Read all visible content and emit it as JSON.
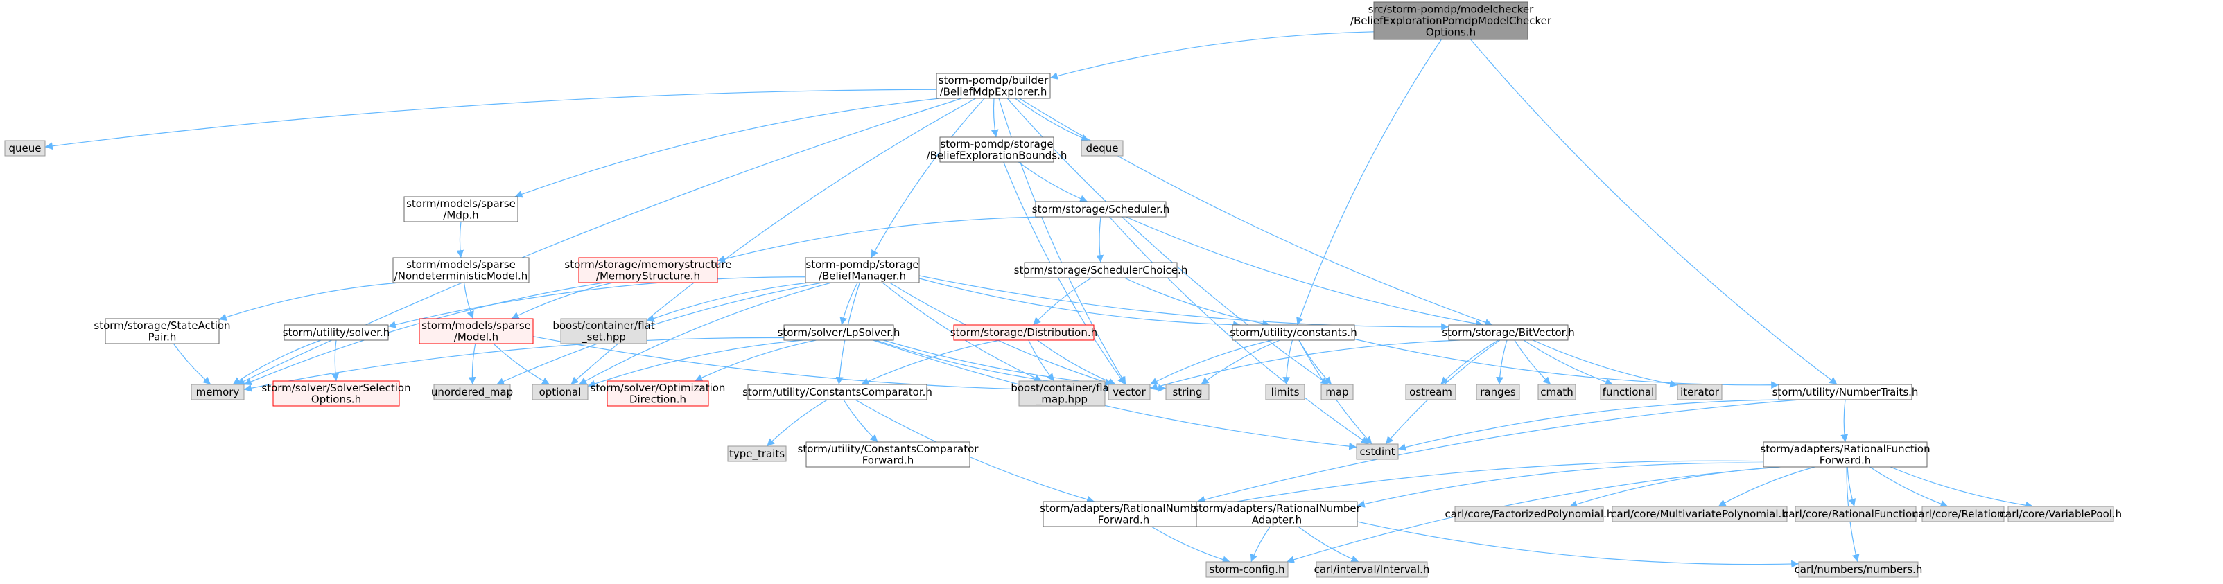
{
  "graph": {
    "colors": {
      "edge": "#63b8ff",
      "normal_fill": "#ffffff",
      "normal_stroke": "#666666",
      "focus_fill": "#999999",
      "focus_stroke": "#666666",
      "external_fill": "#e0e0e0",
      "external_stroke": "#999999",
      "missing_fill": "#fff0f0",
      "missing_stroke": "#ff0000"
    },
    "nodes": [
      {
        "id": "root",
        "kind": "focus",
        "lines": [
          "src/storm-pomdp/modelchecker",
          "/BeliefExplorationPomdpModelChecker",
          "Options.h"
        ]
      },
      {
        "id": "bme",
        "kind": "normal",
        "lines": [
          "storm-pomdp/builder",
          "/BeliefMdpExplorer.h"
        ]
      },
      {
        "id": "queue",
        "kind": "external",
        "lines": [
          "queue"
        ]
      },
      {
        "id": "deque",
        "kind": "external",
        "lines": [
          "deque"
        ]
      },
      {
        "id": "beb",
        "kind": "normal",
        "lines": [
          "storm-pomdp/storage",
          "/BeliefExplorationBounds.h"
        ]
      },
      {
        "id": "mdp",
        "kind": "normal",
        "lines": [
          "storm/models/sparse",
          "/Mdp.h"
        ]
      },
      {
        "id": "sched",
        "kind": "normal",
        "lines": [
          "storm/storage/Scheduler.h"
        ]
      },
      {
        "id": "ndm",
        "kind": "normal",
        "lines": [
          "storm/models/sparse",
          "/NondeterministicModel.h"
        ]
      },
      {
        "id": "memstruct",
        "kind": "missing",
        "lines": [
          "storm/storage/memorystructure",
          "/MemoryStructure.h"
        ]
      },
      {
        "id": "bm",
        "kind": "normal",
        "lines": [
          "storm-pomdp/storage",
          "/BeliefManager.h"
        ]
      },
      {
        "id": "schedchoice",
        "kind": "normal",
        "lines": [
          "storm/storage/SchedulerChoice.h"
        ]
      },
      {
        "id": "sap",
        "kind": "normal",
        "lines": [
          "storm/storage/StateAction",
          "Pair.h"
        ]
      },
      {
        "id": "solverh",
        "kind": "normal",
        "lines": [
          "storm/utility/solver.h"
        ]
      },
      {
        "id": "model",
        "kind": "missing",
        "lines": [
          "storm/models/sparse",
          "/Model.h"
        ]
      },
      {
        "id": "flatset",
        "kind": "external",
        "lines": [
          "boost/container/flat",
          "_set.hpp"
        ]
      },
      {
        "id": "lpsolver",
        "kind": "normal",
        "lines": [
          "storm/solver/LpSolver.h"
        ]
      },
      {
        "id": "dist",
        "kind": "missing",
        "lines": [
          "storm/storage/Distribution.h"
        ]
      },
      {
        "id": "constants",
        "kind": "normal",
        "lines": [
          "storm/utility/constants.h"
        ]
      },
      {
        "id": "bitvec",
        "kind": "normal",
        "lines": [
          "storm/storage/BitVector.h"
        ]
      },
      {
        "id": "memory",
        "kind": "external",
        "lines": [
          "memory"
        ]
      },
      {
        "id": "solversel",
        "kind": "missing",
        "lines": [
          "storm/solver/SolverSelection",
          "Options.h"
        ]
      },
      {
        "id": "umap",
        "kind": "external",
        "lines": [
          "unordered_map"
        ]
      },
      {
        "id": "optional",
        "kind": "external",
        "lines": [
          "optional"
        ]
      },
      {
        "id": "optdir",
        "kind": "missing",
        "lines": [
          "storm/solver/Optimization",
          "Direction.h"
        ]
      },
      {
        "id": "constcomp",
        "kind": "normal",
        "lines": [
          "storm/utility/ConstantsComparator.h"
        ]
      },
      {
        "id": "flatmap",
        "kind": "external",
        "lines": [
          "boost/container/flat",
          "_map.hpp"
        ]
      },
      {
        "id": "vector",
        "kind": "external",
        "lines": [
          "vector"
        ]
      },
      {
        "id": "string",
        "kind": "external",
        "lines": [
          "string"
        ]
      },
      {
        "id": "limits",
        "kind": "external",
        "lines": [
          "limits"
        ]
      },
      {
        "id": "map",
        "kind": "external",
        "lines": [
          "map"
        ]
      },
      {
        "id": "ostream",
        "kind": "external",
        "lines": [
          "ostream"
        ]
      },
      {
        "id": "ranges",
        "kind": "external",
        "lines": [
          "ranges"
        ]
      },
      {
        "id": "cmath",
        "kind": "external",
        "lines": [
          "cmath"
        ]
      },
      {
        "id": "functional",
        "kind": "external",
        "lines": [
          "functional"
        ]
      },
      {
        "id": "iterator",
        "kind": "external",
        "lines": [
          "iterator"
        ]
      },
      {
        "id": "numtraits",
        "kind": "normal",
        "lines": [
          "storm/utility/NumberTraits.h"
        ]
      },
      {
        "id": "typetraits",
        "kind": "external",
        "lines": [
          "type_traits"
        ]
      },
      {
        "id": "ccfwd",
        "kind": "normal",
        "lines": [
          "storm/utility/ConstantsComparator",
          "Forward.h"
        ]
      },
      {
        "id": "cstdint",
        "kind": "external",
        "lines": [
          "cstdint"
        ]
      },
      {
        "id": "rff",
        "kind": "normal",
        "lines": [
          "storm/adapters/RationalFunction",
          "Forward.h"
        ]
      },
      {
        "id": "rnf",
        "kind": "normal",
        "lines": [
          "storm/adapters/RationalNumber",
          "Forward.h"
        ]
      },
      {
        "id": "rna",
        "kind": "normal",
        "lines": [
          "storm/adapters/RationalNumber",
          "Adapter.h"
        ]
      },
      {
        "id": "factpoly",
        "kind": "external",
        "lines": [
          "carl/core/FactorizedPolynomial.h"
        ]
      },
      {
        "id": "multipoly",
        "kind": "external",
        "lines": [
          "carl/core/MultivariatePolynomial.h"
        ]
      },
      {
        "id": "ratfunc",
        "kind": "external",
        "lines": [
          "carl/core/RationalFunction.h"
        ]
      },
      {
        "id": "relation",
        "kind": "external",
        "lines": [
          "carl/core/Relation.h"
        ]
      },
      {
        "id": "varpool",
        "kind": "external",
        "lines": [
          "carl/core/VariablePool.h"
        ]
      },
      {
        "id": "stormconfig",
        "kind": "external",
        "lines": [
          "storm-config.h"
        ]
      },
      {
        "id": "interval",
        "kind": "external",
        "lines": [
          "carl/interval/Interval.h"
        ]
      },
      {
        "id": "numbers",
        "kind": "external",
        "lines": [
          "carl/numbers/numbers.h"
        ]
      }
    ],
    "edges": [
      [
        "root",
        "bme"
      ],
      [
        "root",
        "constants"
      ],
      [
        "root",
        "numtraits"
      ],
      [
        "bme",
        "queue"
      ],
      [
        "bme",
        "deque"
      ],
      [
        "bme",
        "beb"
      ],
      [
        "bme",
        "mdp"
      ],
      [
        "bme",
        "bm"
      ],
      [
        "bme",
        "memory"
      ],
      [
        "bme",
        "optional"
      ],
      [
        "bme",
        "vector"
      ],
      [
        "bme",
        "map"
      ],
      [
        "bme",
        "bitvec"
      ],
      [
        "beb",
        "sched"
      ],
      [
        "beb",
        "vector"
      ],
      [
        "sched",
        "memstruct"
      ],
      [
        "sched",
        "schedchoice"
      ],
      [
        "sched",
        "bitvec"
      ],
      [
        "sched",
        "cstdint"
      ],
      [
        "mdp",
        "ndm"
      ],
      [
        "ndm",
        "sap"
      ],
      [
        "ndm",
        "model"
      ],
      [
        "memstruct",
        "model"
      ],
      [
        "memstruct",
        "memory"
      ],
      [
        "schedchoice",
        "dist"
      ],
      [
        "schedchoice",
        "constants"
      ],
      [
        "bm",
        "flatset"
      ],
      [
        "bm",
        "solverh"
      ],
      [
        "bm",
        "lpsolver"
      ],
      [
        "bm",
        "constcomp"
      ],
      [
        "bm",
        "optional"
      ],
      [
        "bm",
        "flatmap"
      ],
      [
        "bm",
        "vector"
      ],
      [
        "bm",
        "constants"
      ],
      [
        "bm",
        "bitvec"
      ],
      [
        "bm",
        "umap"
      ],
      [
        "sap",
        "memory"
      ],
      [
        "solverh",
        "memory"
      ],
      [
        "solverh",
        "solversel"
      ],
      [
        "model",
        "umap"
      ],
      [
        "model",
        "optional"
      ],
      [
        "model",
        "vector"
      ],
      [
        "lpsolver",
        "memory"
      ],
      [
        "lpsolver",
        "optional"
      ],
      [
        "lpsolver",
        "optdir"
      ],
      [
        "lpsolver",
        "vector"
      ],
      [
        "lpsolver",
        "string"
      ],
      [
        "lpsolver",
        "cstdint"
      ],
      [
        "dist",
        "flatmap"
      ],
      [
        "dist",
        "vector"
      ],
      [
        "dist",
        "constcomp"
      ],
      [
        "constants",
        "vector"
      ],
      [
        "constants",
        "string"
      ],
      [
        "constants",
        "limits"
      ],
      [
        "constants",
        "map"
      ],
      [
        "constants",
        "cstdint"
      ],
      [
        "constants",
        "numtraits"
      ],
      [
        "bitvec",
        "vector"
      ],
      [
        "bitvec",
        "cstdint"
      ],
      [
        "bitvec",
        "ostream"
      ],
      [
        "bitvec",
        "ranges"
      ],
      [
        "bitvec",
        "cmath"
      ],
      [
        "bitvec",
        "functional"
      ],
      [
        "bitvec",
        "iterator"
      ],
      [
        "constcomp",
        "typetraits"
      ],
      [
        "constcomp",
        "ccfwd"
      ],
      [
        "constcomp",
        "rnf"
      ],
      [
        "numtraits",
        "cstdint"
      ],
      [
        "numtraits",
        "rff"
      ],
      [
        "numtraits",
        "rnf"
      ],
      [
        "rff",
        "rnf"
      ],
      [
        "rff",
        "rna"
      ],
      [
        "rff",
        "factpoly"
      ],
      [
        "rff",
        "multipoly"
      ],
      [
        "rff",
        "ratfunc"
      ],
      [
        "rff",
        "relation"
      ],
      [
        "rff",
        "varpool"
      ],
      [
        "rff",
        "stormconfig"
      ],
      [
        "rff",
        "numbers"
      ],
      [
        "rnf",
        "stormconfig"
      ],
      [
        "rna",
        "stormconfig"
      ],
      [
        "rna",
        "interval"
      ],
      [
        "rna",
        "numbers"
      ]
    ]
  }
}
